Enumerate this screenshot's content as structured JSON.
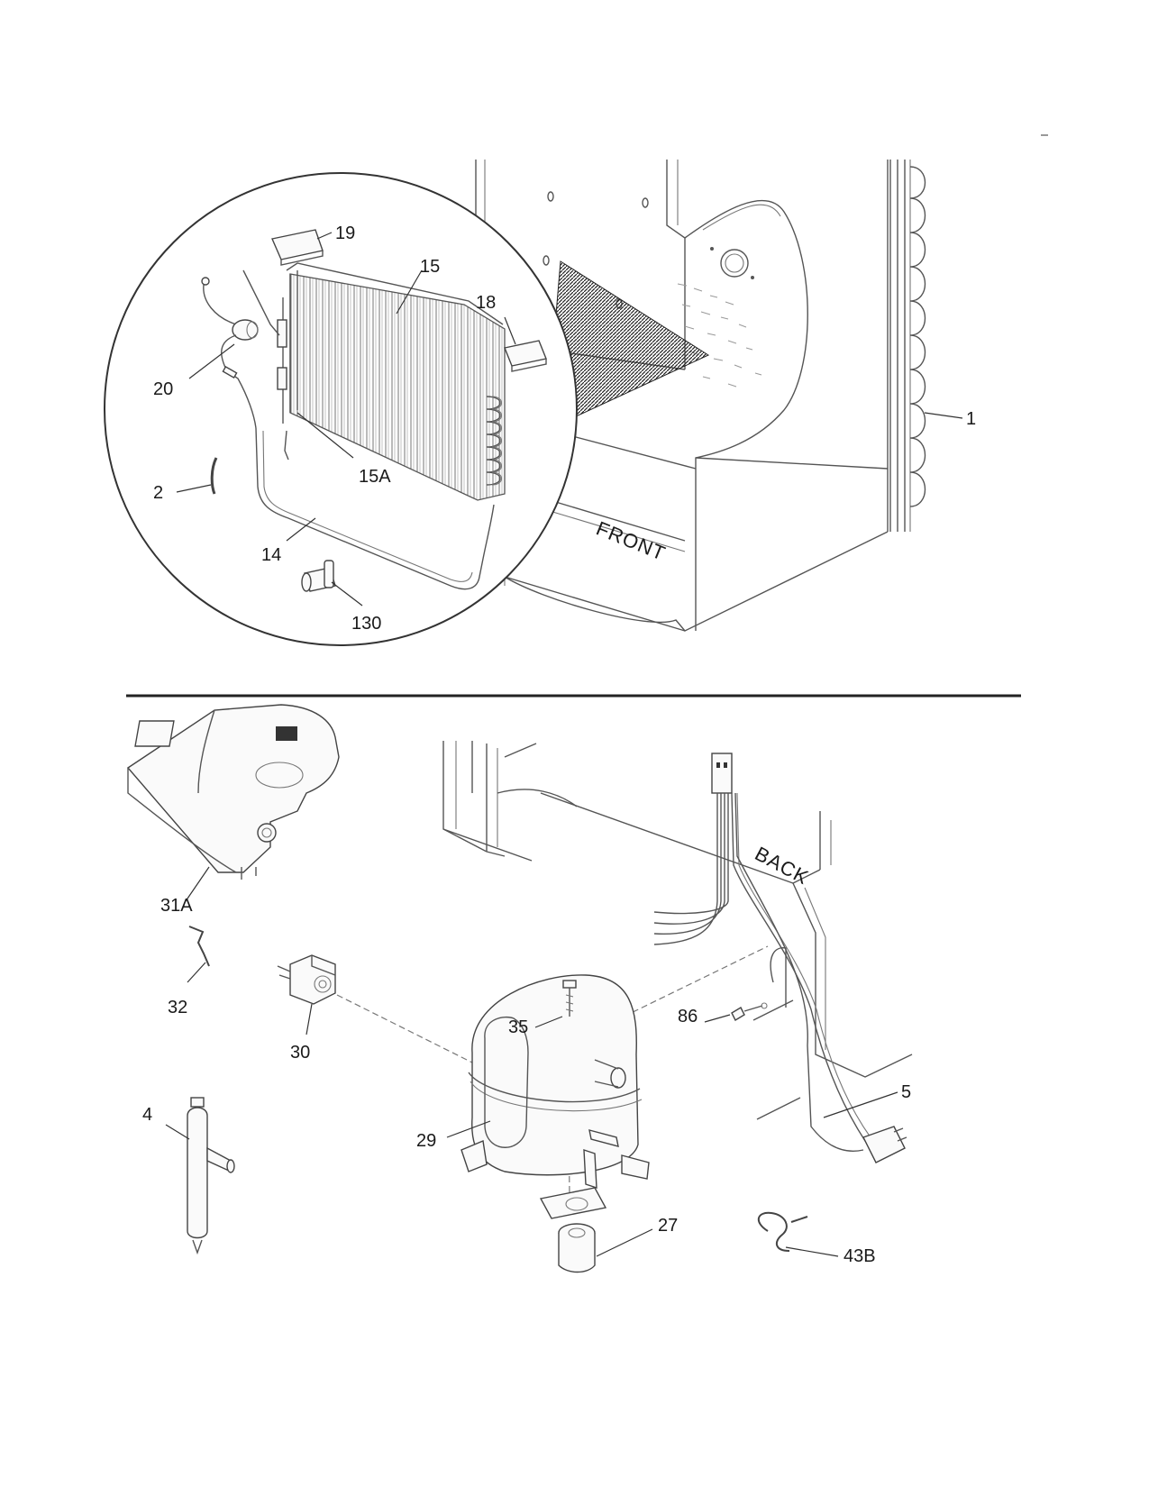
{
  "diagram": {
    "top_section": {
      "front_label": "FRONT",
      "callouts": [
        "19",
        "15",
        "18",
        "20",
        "15A",
        "2",
        "14",
        "130",
        "1"
      ]
    },
    "bottom_section": {
      "back_label": "BACK",
      "callouts": [
        "31A",
        "32",
        "30",
        "35",
        "86",
        "5",
        "4",
        "29",
        "27",
        "43B"
      ]
    }
  }
}
